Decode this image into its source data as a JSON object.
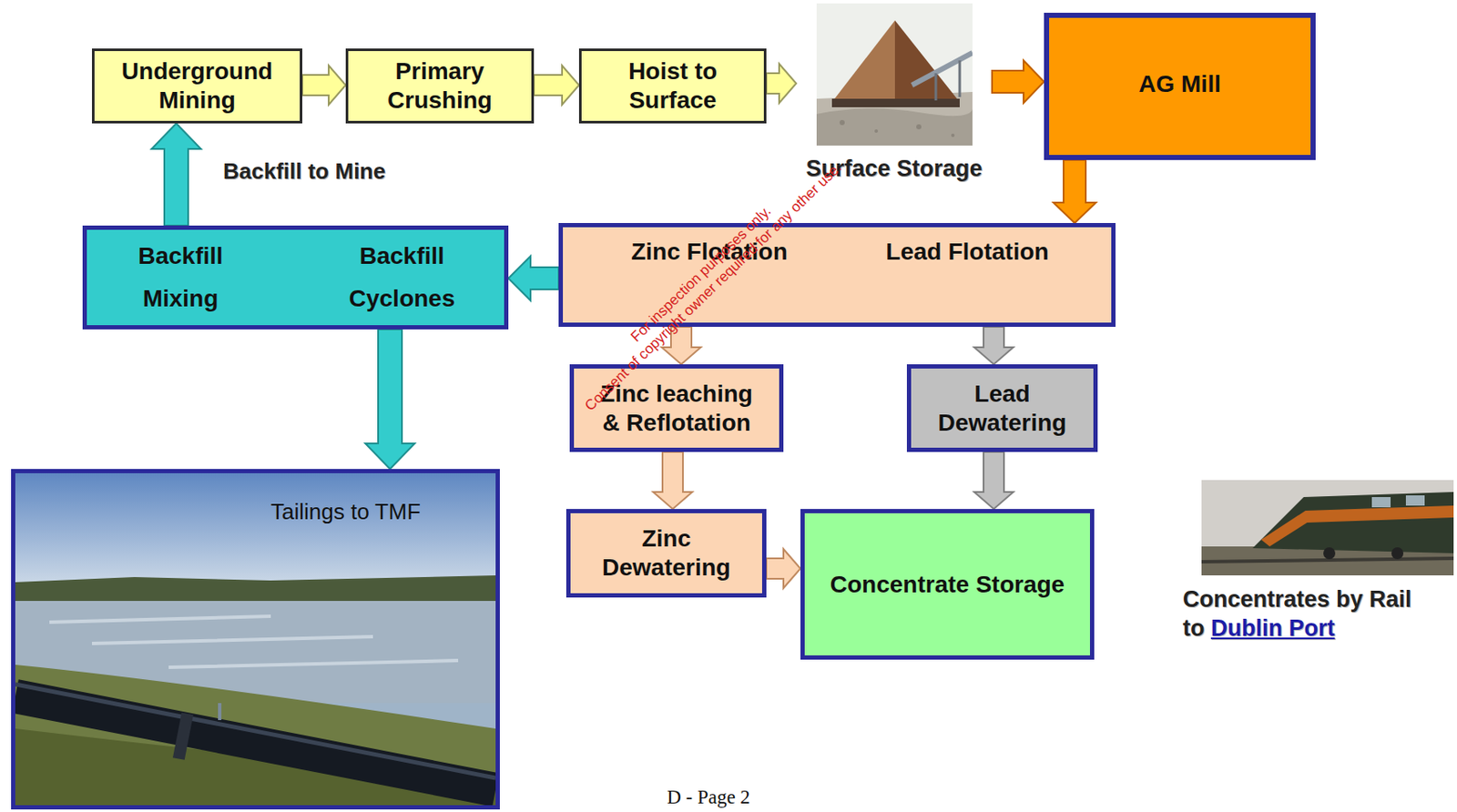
{
  "diagram": {
    "nodes": [
      {
        "text": [
          "Underground Mining"
        ]
      },
      {
        "text": [
          "Primary Crushing"
        ]
      },
      {
        "text": [
          "Hoist to Surface"
        ]
      },
      {
        "text": [
          "Surface Storage"
        ]
      },
      {
        "text": [
          "AG Mill"
        ]
      },
      {
        "text": [
          "Backfill Mixing",
          "Backfill Cyclones"
        ]
      },
      {
        "text": [
          "Zinc Flotation",
          "Lead Flotation"
        ]
      },
      {
        "text": [
          "Zinc leaching & Reflotation"
        ]
      },
      {
        "text": [
          "Lead Dewatering"
        ]
      },
      {
        "text": [
          "Zinc Dewatering"
        ]
      },
      {
        "text": [
          "Concentrate Storage"
        ]
      },
      {
        "text": [
          "Tailings to TMF"
        ]
      },
      {
        "text": [
          "Concentrates by Rail to",
          "Dublin Port"
        ]
      }
    ],
    "edges": [
      {
        "from": 0,
        "to": 1,
        "arrow": "to"
      },
      {
        "from": 1,
        "to": 2,
        "arrow": "to"
      },
      {
        "from": 2,
        "to": 3,
        "arrow": "to"
      },
      {
        "from": 3,
        "to": 4,
        "arrow": "to"
      },
      {
        "from": 4,
        "to": 6,
        "arrow": "to"
      },
      {
        "from": 6,
        "to": 5,
        "arrow": "to"
      },
      {
        "from": 5,
        "to": 0,
        "label": "Backfill to Mine",
        "arrow": "to"
      },
      {
        "from": 5,
        "to": 11,
        "arrow": "to"
      },
      {
        "from": 6,
        "to": 7,
        "arrow": "to"
      },
      {
        "from": 6,
        "to": 8,
        "arrow": "to"
      },
      {
        "from": 7,
        "to": 9,
        "arrow": "to"
      },
      {
        "from": 8,
        "to": 10,
        "arrow": "to"
      },
      {
        "from": 9,
        "to": 10,
        "arrow": "to"
      }
    ],
    "labels": [
      "For inspection purposes only.",
      "Consent of copyright owner required for any other use.",
      "D - Page 2"
    ]
  }
}
